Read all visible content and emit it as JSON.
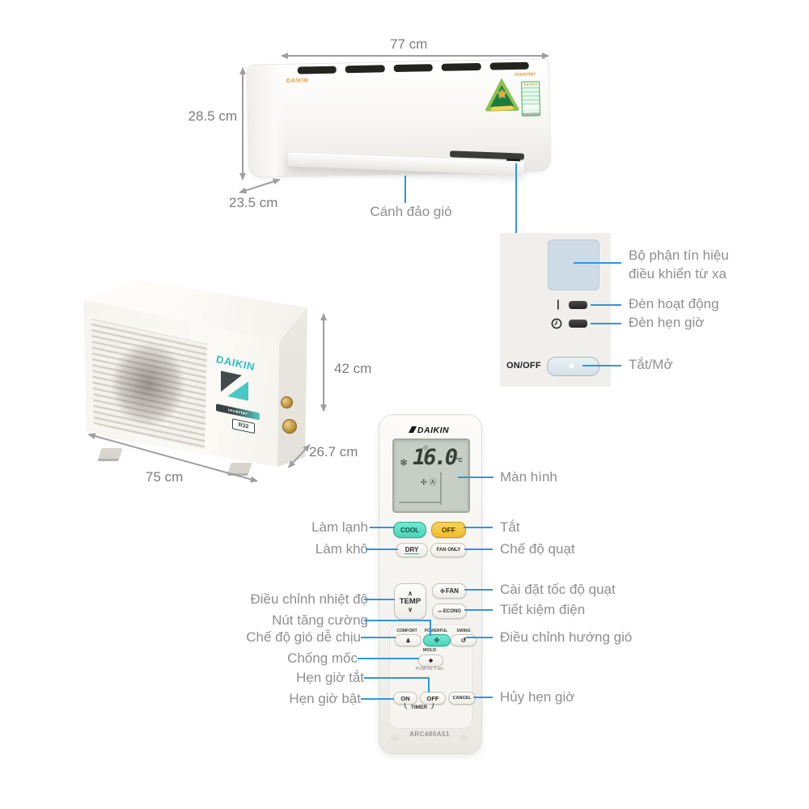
{
  "colors": {
    "accent_blue": "#2f97dd",
    "daikin_teal": "#2ebec4",
    "button_teal": "#5fe3c9",
    "button_yellow": "#f5cb43",
    "lcd_bg": "#c7cec3",
    "panel_bg": "#f0efec",
    "receiver_blue": "#ccdbe5"
  },
  "icons": {
    "snowflake": "❄",
    "fan": "✣",
    "auto_mode": "Ⓐ",
    "status_dot": "◎",
    "comfort": "♟",
    "swing": "↺",
    "mold": "❖",
    "econo": "∽",
    "star": "★",
    "chevron_up": "∧",
    "chevron_down": "∨",
    "energy_stars": "★★★★★"
  },
  "indoor_unit": {
    "brand": "DAIKIN",
    "inverter_logo": "inverter",
    "width": "77 cm",
    "height": "28.5 cm",
    "depth": "23.5 cm",
    "flap_callout": "Cánh đảo gió"
  },
  "panel": {
    "receiver_callout_line1": "Bộ phận tín hiệu",
    "receiver_callout_line2": "điều khiển từ xa",
    "operation_mark": "|",
    "operation_led_callout": "Đèn hoạt động",
    "timer_led_callout": "Đèn hẹn giờ",
    "power_button_text": "ON/OFF",
    "power_callout": "Tắt/Mở"
  },
  "outdoor_unit": {
    "brand": "DAIKIN",
    "inverter_badge": "inverter",
    "refrigerant_badge": "R32",
    "height": "42 cm",
    "depth": "26.7 cm",
    "width": "75 cm"
  },
  "remote": {
    "brand": "DAIKIN",
    "model": "ARC480A51",
    "display_temp": "16.0",
    "display_unit": "°C",
    "screen_callout": "Màn hình",
    "buttons": {
      "cool": "COOL",
      "off": "OFF",
      "dry": "DRY",
      "fan_only": "FAN ONLY",
      "temp": "TEMP",
      "fan": "FAN",
      "econo": "ECONO",
      "comfort": "COMFORT",
      "powerful": "POWERFUL",
      "swing": "SWING",
      "mold": "MOLD",
      "mold_hint": "PUSH for 2 sec",
      "timer_on": "ON",
      "timer_off": "OFF",
      "timer_cancel": "CANCEL",
      "timer_label": "TIMER"
    },
    "callouts_left": [
      {
        "label": "Làm lạnh"
      },
      {
        "label": "Làm khô"
      },
      {
        "label": "Điều chỉnh nhiệt độ"
      },
      {
        "label": "Nút tăng cường"
      },
      {
        "label": "Chế độ gió dễ chịu"
      },
      {
        "label": "Chống mốc"
      },
      {
        "label": "Hẹn giờ tắt"
      },
      {
        "label": "Hẹn giờ bật"
      }
    ],
    "callouts_right": [
      {
        "label": "Tắt"
      },
      {
        "label": "Chế độ quạt"
      },
      {
        "label": "Cài đặt tốc độ quạt"
      },
      {
        "label": "Tiết kiệm điện"
      },
      {
        "label": "Điều chỉnh hướng gió"
      },
      {
        "label": "Hủy hẹn giờ"
      }
    ]
  }
}
